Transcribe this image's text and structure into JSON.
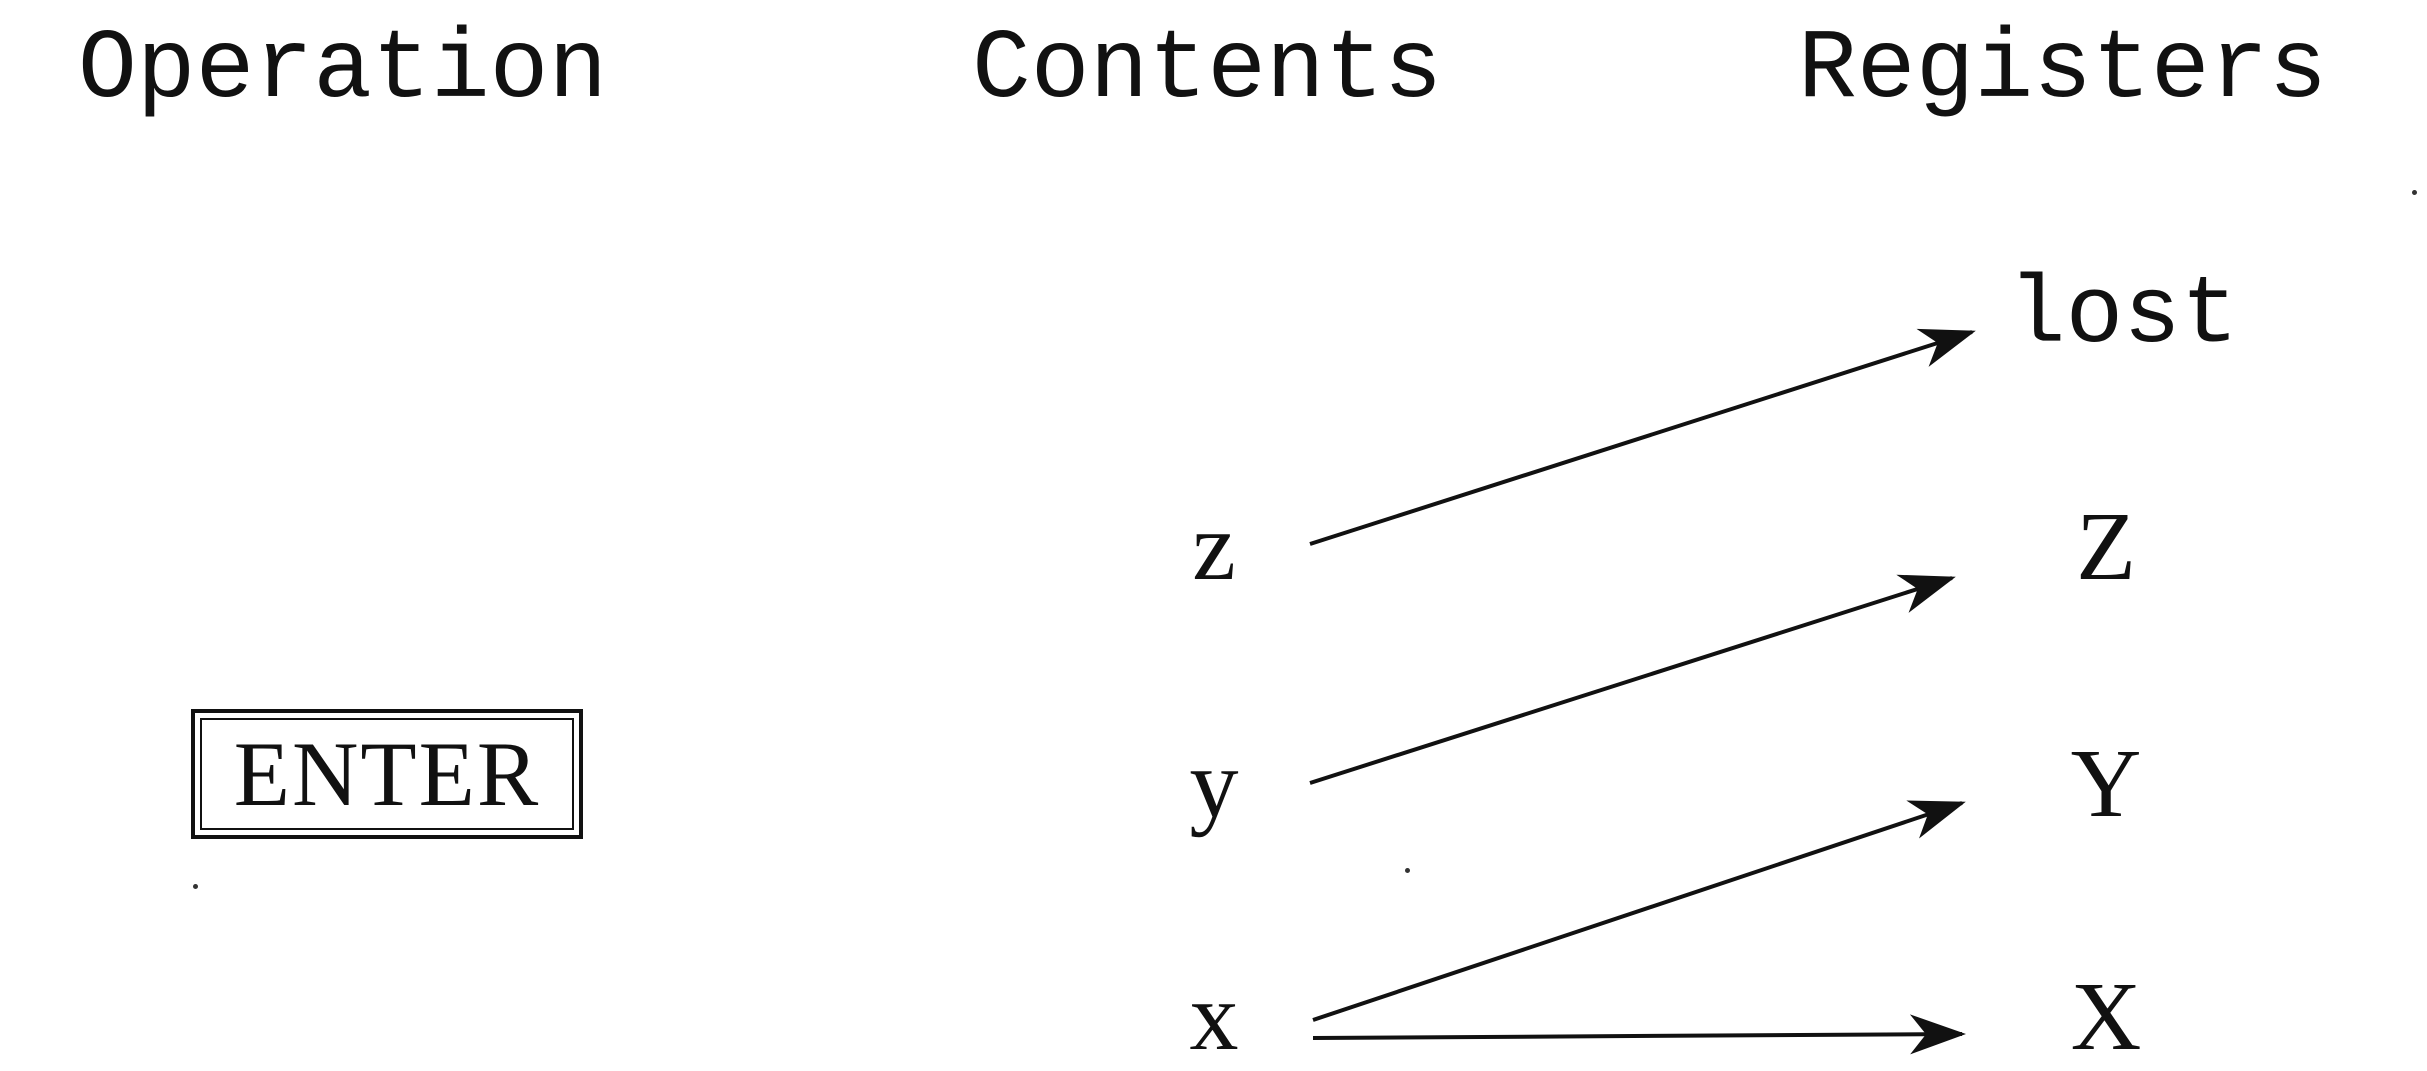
{
  "headers": {
    "operation": "Operation",
    "contents": "Contents",
    "registers": "Registers"
  },
  "operation": {
    "key_label": "ENTER"
  },
  "contents": {
    "z": "z",
    "y": "y",
    "x": "x"
  },
  "registers": {
    "lost": "lost",
    "z": "Z",
    "y": "Y",
    "x": "X"
  }
}
